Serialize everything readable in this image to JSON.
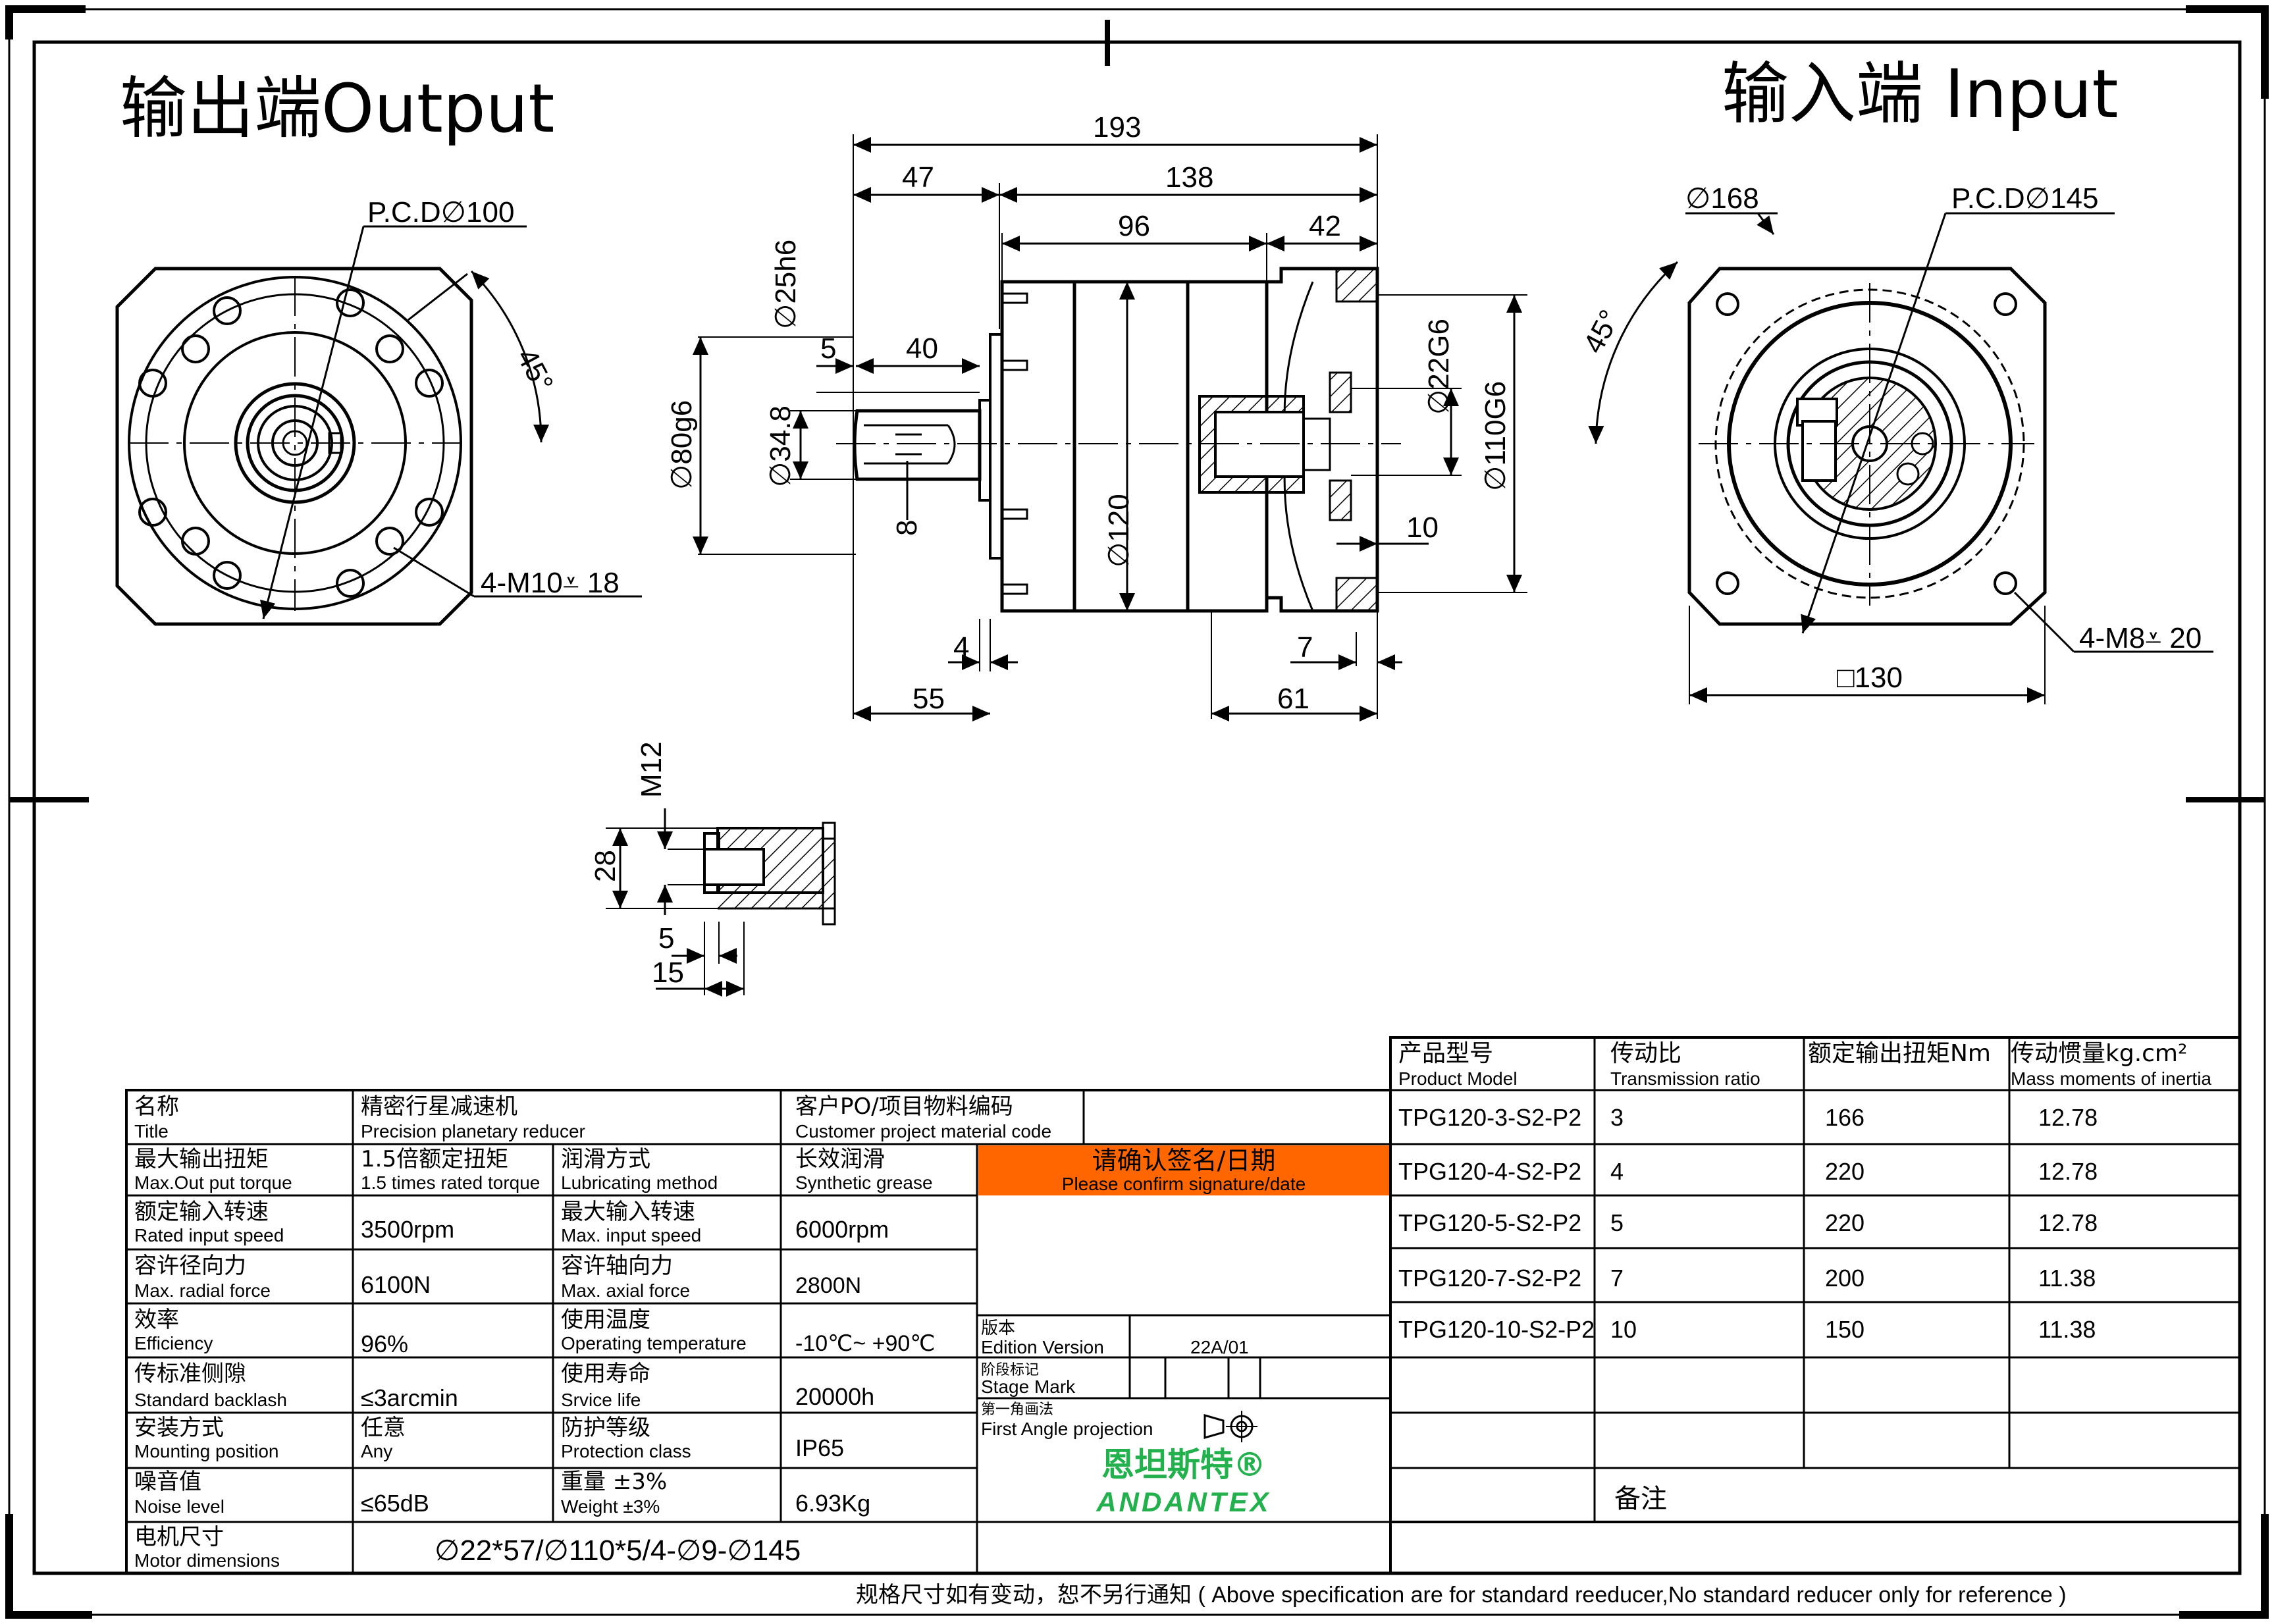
{
  "titles": {
    "output": "输出端Output",
    "input": "输入端 Input"
  },
  "output_view": {
    "pcd": "P.C.D∅100",
    "angle": "45°",
    "holes": "4-M10⩡ 18"
  },
  "side_view": {
    "dims": {
      "d193": "193",
      "d47": "47",
      "d138": "138",
      "d96": "96",
      "d42": "42",
      "d25": "∅25h6",
      "d5": "5",
      "d40": "40",
      "d80": "∅80g6",
      "d34": "∅34.8",
      "d8": "8",
      "d120": "∅120",
      "d22": "∅22G6",
      "d110": "∅110G6",
      "d10": "10",
      "d4": "4",
      "d7": "7",
      "d55": "55",
      "d61": "61"
    }
  },
  "input_view": {
    "d168": "∅168",
    "pcd": "P.C.D∅145",
    "angle": "45°",
    "holes": "4-M8⩡ 20",
    "square": "□130"
  },
  "detail_view": {
    "m12": "M12",
    "d28": "28",
    "d5": "5",
    "d15": "15"
  },
  "models_table": {
    "headers": [
      {
        "cn": "产品型号",
        "en": "Product Model"
      },
      {
        "cn": "传动比",
        "en": "Transmission ratio"
      },
      {
        "cn": "额定输出扭矩Nm",
        "en": ""
      },
      {
        "cn": "传动惯量kg.cm²",
        "en": "Mass moments of inertia"
      }
    ],
    "rows": [
      [
        "TPG120-3-S2-P2",
        "3",
        "166",
        "12.78"
      ],
      [
        "TPG120-4-S2-P2",
        "4",
        "220",
        "12.78"
      ],
      [
        "TPG120-5-S2-P2",
        "5",
        "220",
        "12.78"
      ],
      [
        "TPG120-7-S2-P2",
        "7",
        "200",
        "11.38"
      ],
      [
        "TPG120-10-S2-P2",
        "10",
        "150",
        "11.38"
      ]
    ],
    "remark": "备注"
  },
  "spec_table": {
    "title": {
      "cn": "名称",
      "en": "Title"
    },
    "title_val": {
      "cn": "精密行星减速机",
      "en": "Precision planetary reducer"
    },
    "customer": {
      "cn": "客户PO/项目物料编码",
      "en": "Customer project material code"
    },
    "rows": [
      {
        "l1": {
          "cn": "最大输出扭矩",
          "en": "Max.Out put torque"
        },
        "v1": {
          "cn": "1.5倍额定扭矩",
          "en": "1.5 times rated torque"
        },
        "l2": {
          "cn": "润滑方式",
          "en": "Lubricating method"
        },
        "v2": {
          "cn": "长效润滑",
          "en": "Synthetic grease"
        }
      },
      {
        "l1": {
          "cn": "额定输入转速",
          "en": "Rated input speed"
        },
        "v1": {
          "cn": "",
          "en": "3500rpm"
        },
        "l2": {
          "cn": "最大输入转速",
          "en": "Max. input speed"
        },
        "v2": {
          "cn": "",
          "en": "6000rpm"
        }
      },
      {
        "l1": {
          "cn": "容许径向力",
          "en": "Max. radial force"
        },
        "v1": {
          "cn": "",
          "en": "6100N"
        },
        "l2": {
          "cn": "容许轴向力",
          "en": "Max. axial force"
        },
        "v2": {
          "cn": "",
          "en": "2800N"
        }
      },
      {
        "l1": {
          "cn": "效率",
          "en": "Efficiency"
        },
        "v1": {
          "cn": "",
          "en": "96%"
        },
        "l2": {
          "cn": "使用温度",
          "en": "Operating temperature"
        },
        "v2": {
          "cn": "",
          "en": "-10℃~ +90℃"
        }
      },
      {
        "l1": {
          "cn": "传标准侧隙",
          "en": "Standard backlash"
        },
        "v1": {
          "cn": "",
          "en": "≤3arcmin"
        },
        "l2": {
          "cn": "使用寿命",
          "en": "Srvice life"
        },
        "v2": {
          "cn": "",
          "en": "20000h"
        }
      },
      {
        "l1": {
          "cn": "安装方式",
          "en": "Mounting position"
        },
        "v1": {
          "cn": "任意",
          "en": "Any"
        },
        "l2": {
          "cn": "防护等级",
          "en": "Protection class"
        },
        "v2": {
          "cn": "",
          "en": "IP65"
        }
      },
      {
        "l1": {
          "cn": "噪音值",
          "en": "Noise level"
        },
        "v1": {
          "cn": "",
          "en": "≤65dB"
        },
        "l2": {
          "cn": "重量 ±3%",
          "en": "Weight ±3%"
        },
        "v2": {
          "cn": "",
          "en": "6.93Kg"
        }
      }
    ],
    "motor": {
      "cn": "电机尺寸",
      "en": "Motor dimensions"
    },
    "motor_val": "∅22*57/∅110*5/4-∅9-∅145",
    "confirm": {
      "cn": "请确认签名/日期",
      "en": "Please confirm signature/date"
    },
    "edition": {
      "cn": "版本",
      "en": "Edition Version",
      "value": "22A/01"
    },
    "stage": {
      "cn": "阶段标记",
      "en": "Stage Mark"
    },
    "projection": {
      "cn": "第一角画法",
      "en": "First Angle projection"
    },
    "brand": {
      "cn": "恩坦斯特®",
      "en": "ANDANTEX"
    }
  },
  "footer": "规格尺寸如有变动，恕不另行通知 ( Above specification are for standard reeducer,No standard reducer only for reference )",
  "colors": {
    "confirm_bg": "#ff6600",
    "brand_green": "#22b14c",
    "ink": "#000000"
  }
}
